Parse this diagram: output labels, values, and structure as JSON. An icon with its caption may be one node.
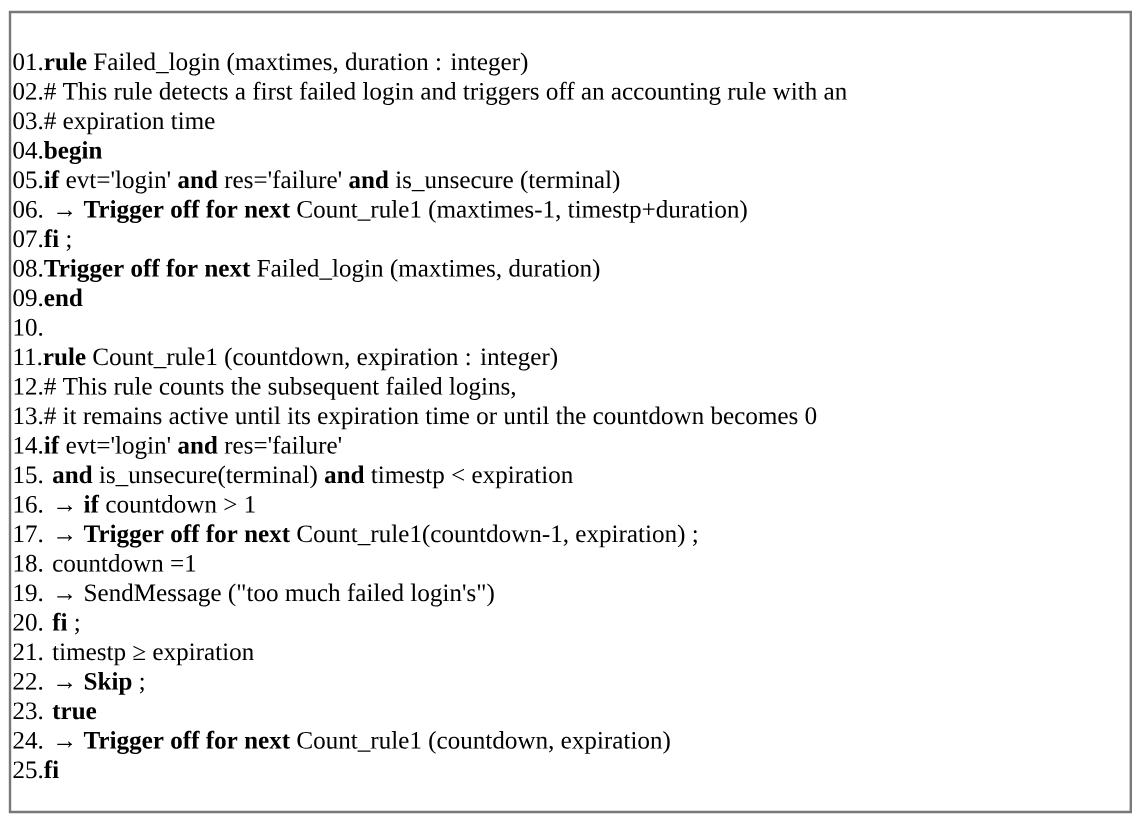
{
  "diagram": {
    "nodes": [
      {
        "text": [
          "01.**rule** Failed_login (maxtimes, duration : integer)",
          "02.# This rule detects a first failed login and triggers off an accounting rule with an",
          "03.# expiration time",
          "04.**begin**",
          "05.**if** evt='login' **and** res='failure' **and** is_unsecure (terminal)",
          "06. → **Trigger off for next** Count_rule1 (maxtimes-1, timestp+duration)",
          "07.**fi** ;",
          "08.**Trigger off for next** Failed_login (maxtimes, duration)",
          "09.**end**",
          "10.",
          "11.**rule** Count_rule1 (countdown, expiration : integer)",
          "12.# This rule counts the subsequent failed logins,",
          "13.# it remains active until its expiration time or until the countdown becomes 0",
          "14.**if** evt='login' **and** res='failure'",
          "15. **and** is_unsecure(terminal) **and** timestp < expiration",
          "16. → **if** countdown > 1",
          "17. → **Trigger off for next** Count_rule1(countdown-1, expiration) ;",
          "18. countdown =1",
          "19. → SendMessage (\"too much failed login's\")",
          "20. **fi** ;",
          "21. timestp ≥ expiration",
          "22. → **Skip** ;",
          "23. **true**",
          "24. → **Trigger off for next** Count_rule1 (countdown, expiration)",
          "25.**fi**"
        ]
      }
    ]
  }
}
